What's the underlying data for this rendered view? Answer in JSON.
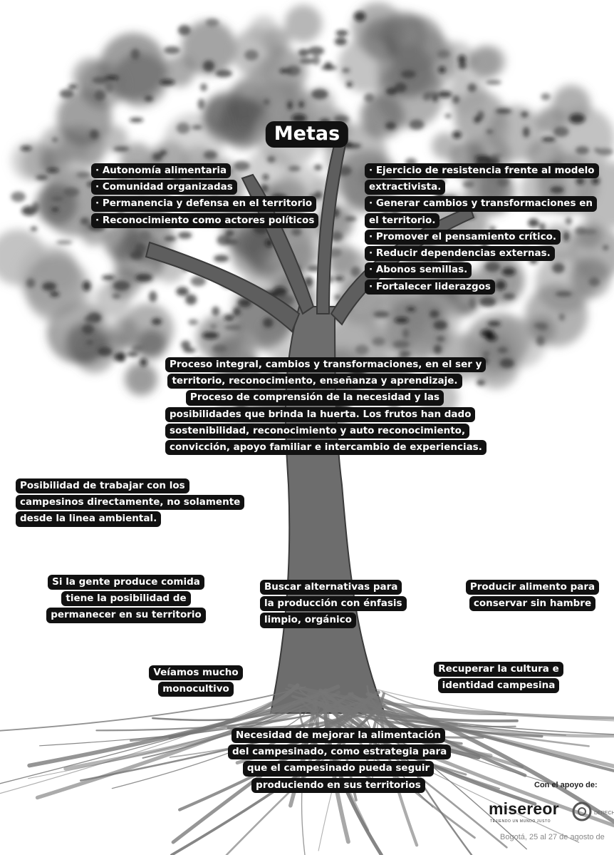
{
  "title": "Metas",
  "goals_left": [
    "· Autonomía alimentaria",
    "· Comunidad organizadas",
    "· Permanencia y defensa en el territorio",
    "· Reconocimiento como actores políticos"
  ],
  "goals_right": [
    "· Ejercicio de resistencia frente al modelo",
    "extractivista.",
    "· Generar cambios y transformaciones en",
    "el territorio.",
    "· Promover el pensamiento crítico.",
    "· Reducir dependencias externas.",
    "· Abonos semillas.",
    "· Fortalecer liderazgos"
  ],
  "trunk_text": [
    "Proceso integral, cambios y transformaciones, en el ser y",
    "territorio, reconocimiento, enseñanza y aprendizaje.",
    "Proceso de comprensión de la necesidad y las",
    "posibilidades que brinda la huerta. Los frutos han dado",
    "sostenibilidad, reconocimiento y auto reconocimiento,",
    "convicción, apoyo familiar e intercambio de experiencias."
  ],
  "side_text": [
    "Posibilidad de trabajar con los",
    "campesinos directamente, no solamente",
    "desde la linea ambiental."
  ],
  "roots": {
    "root_a": [
      "Si la gente produce comida",
      "tiene la posibilidad de",
      "permanecer en su territorio"
    ],
    "root_b": [
      "Buscar alternativas para",
      "la producción con énfasis",
      "limpio, orgánico"
    ],
    "root_c": [
      "Producir alimento para",
      "conservar sin hambre"
    ],
    "root_d": [
      "Veíamos mucho",
      "monocultivo"
    ],
    "root_e": [
      "Recuperar la cultura e",
      "identidad campesina"
    ],
    "root_f": [
      "Necesidad de mejorar la alimentación",
      "del campesinado, como estrategia para",
      "que el campesinado pueda seguir",
      "produciendo en sus territorios"
    ]
  },
  "footer": {
    "support": "Con el apoyo de:",
    "misereor": "misereor",
    "misereor_tag": "TEJIENDO UN MUNDO JUSTO",
    "partner_text": "DERECH",
    "date": "Bogotá, 25 al 27 de agosto de"
  },
  "colors": {
    "label_bg": "#111111",
    "label_text": "#ffffff",
    "canopy": "#4a4a4a",
    "bark": "#6d6d6d"
  }
}
